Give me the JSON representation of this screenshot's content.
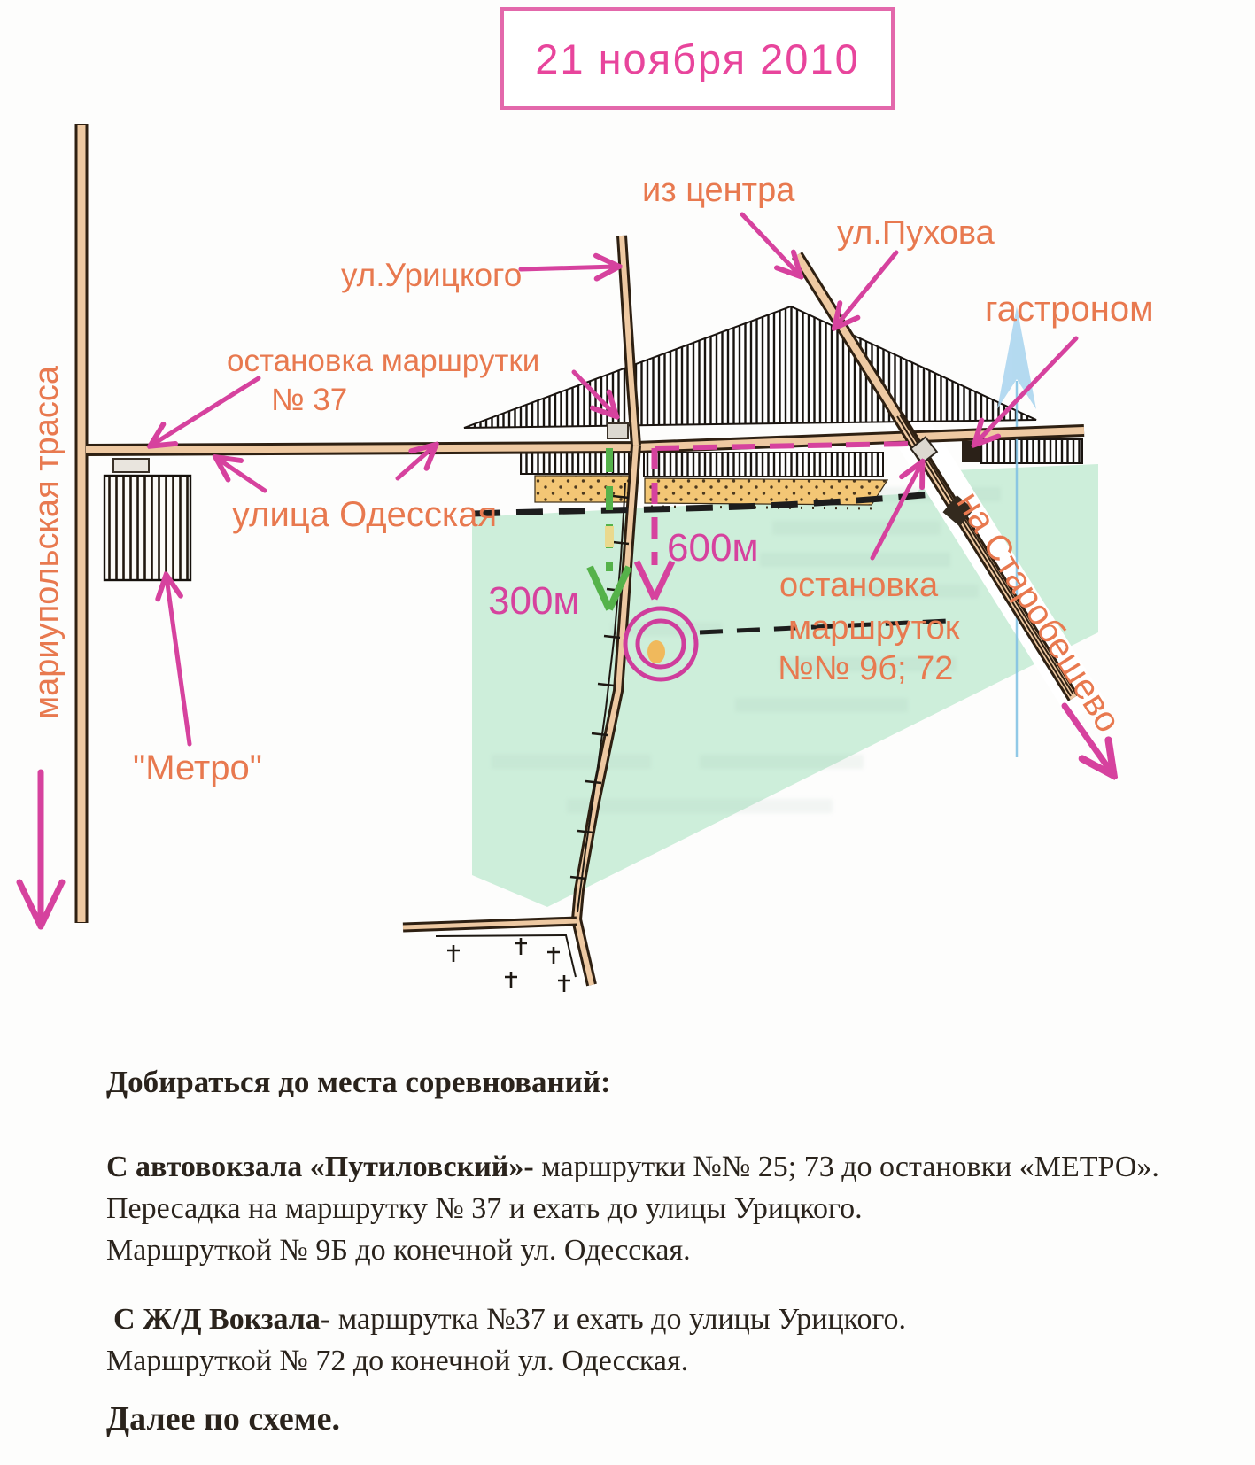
{
  "title": {
    "date": "21 ноября 2010"
  },
  "map_labels": {
    "mariupol_highway": "мариупольская трасса",
    "from_center": "из центра",
    "pukhova_street": "ул.Пухова",
    "uritskogo_street": "ул.Урицкого",
    "stop_37_line1": "остановка маршрутки",
    "stop_37_line2": "№ 37",
    "odesskaya_street": "улица Одесская",
    "gastronom": "гастроном",
    "metro": "\"Метро\"",
    "dist_300m": "300м",
    "dist_600m": "600м",
    "stop_9b72_line1": "остановка",
    "stop_9b72_line2": "маршруток",
    "stop_9b72_line3": "№№ 9б; 72",
    "to_starobeshevo": "на Старобешево"
  },
  "instructions": {
    "heading": "Добираться до места соревнований:",
    "p1_bold": "С автовокзала «Путиловский»-",
    "p1_rest": " маршрутки №№ 25; 73 до остановки «МЕТРО».",
    "p1_line2": "Пересадка на маршрутку № 37 и ехать до улицы Урицкого.",
    "p1_line3": "Маршруткой № 9Б до конечной ул. Одесская.",
    "p2_bold": "С Ж/Д Вокзала-",
    "p2_rest": " маршрутка №37 и ехать до улицы Урицкого.",
    "p2_line2": "Маршруткой № 72  до конечной ул. Одесская.",
    "footer": "Далее по схеме."
  },
  "colors": {
    "annotation_pink": "#d6429e",
    "label_orange": "#e8794f",
    "title_pink": "#e8459c",
    "road_fill": "#eec9a2",
    "road_edge": "#2e2012",
    "green_area": "#cdeeda",
    "orange_strip": "#f3c675",
    "green_arrow": "#55b24a",
    "north_arrow_blue": "#a8d4ee",
    "text_black": "#2a231c"
  }
}
